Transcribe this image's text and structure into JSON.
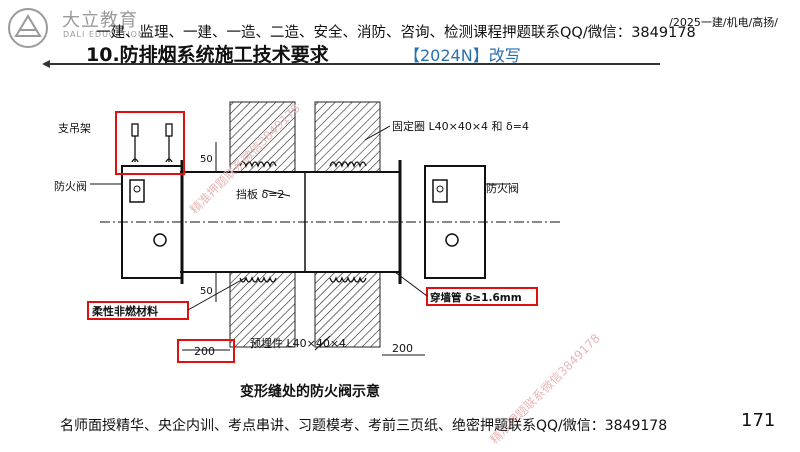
{
  "header": {
    "logo_cn": "大立教育",
    "logo_en": "DALI EDUCATION",
    "banner": "一建、监理、一建、一造、二造、安全、消防、咨询、检测课程押题联系QQ/微信：3849178",
    "course_tag": "/2025一建/机电/高扬/"
  },
  "slide": {
    "title": "10.防排烟系统施工技术要求",
    "note": "【2024N】改写"
  },
  "diagram": {
    "labels": {
      "hanger": "支吊架",
      "damper_left": "防火阀",
      "damper_right": "防火阀",
      "fixed_ring": "固定圈 L40×40×4 和 δ=4",
      "baffle": "挡板 δ=2",
      "flexible": "柔性非燃材料",
      "sleeve": "穿墙管 δ≥1.6mm",
      "embedded": "预埋件 L40×40×4",
      "dim_50_top": "50",
      "dim_50_bottom": "50",
      "dim_200_left": "200",
      "dim_200_right": "200"
    },
    "caption": "变形缝处的防火阀示意"
  },
  "footer": {
    "text": "名师面授精华、央企内训、考点串讲、习题模考、考前三页纸、绝密押题联系QQ/微信：3849178",
    "page": "171"
  },
  "watermarks": [
    "精准押题联系微信3849178",
    "精准押题联系微信3849178"
  ],
  "colors": {
    "highlight_box": "#e01010",
    "note": "#2a6fb0",
    "watermark": "#e8b8b8"
  }
}
